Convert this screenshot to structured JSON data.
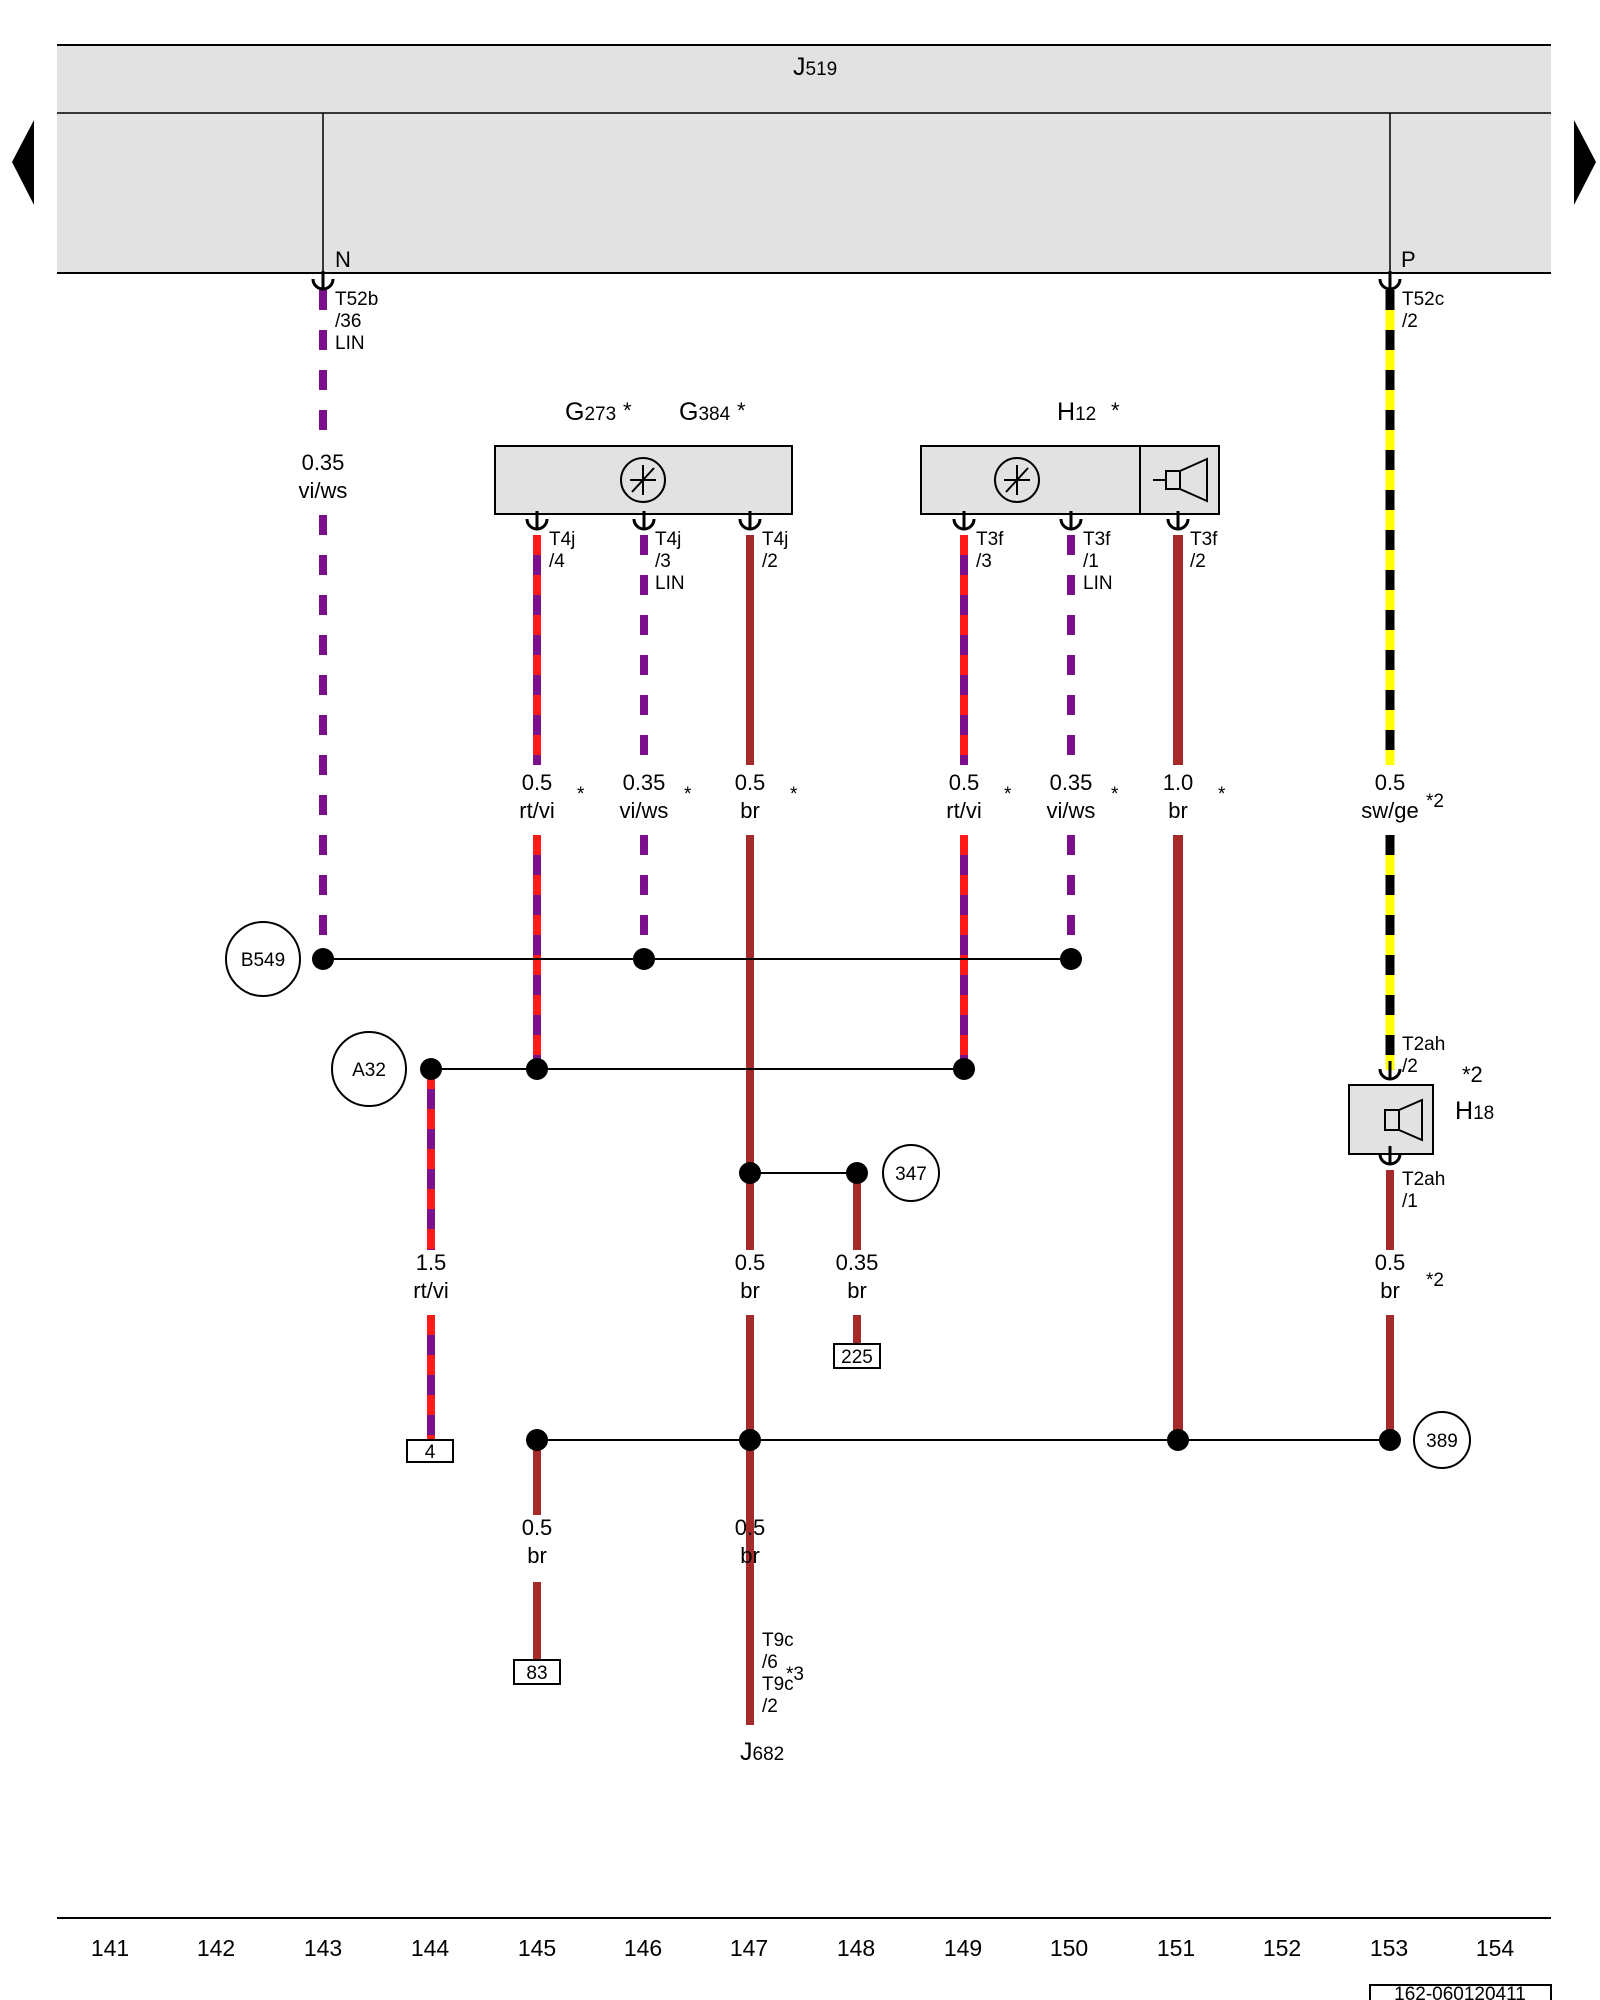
{
  "colors": {
    "violet": "#7b0f8c",
    "white": "#ffffff",
    "red": "#ff1a1a",
    "brown": "#a52a2a",
    "black": "#000000",
    "yellow": "#ffff00",
    "box_fill": "#e2e2e2"
  },
  "control_unit": {
    "name": "J",
    "sub": "519"
  },
  "nav": {
    "prev_icon": "arrow-left-icon",
    "next_icon": "arrow-right-icon"
  },
  "components": {
    "g273": {
      "name": "G",
      "sub": "273",
      "mark": "*"
    },
    "g384": {
      "name": "G",
      "sub": "384",
      "mark": "*"
    },
    "h12": {
      "name": "H",
      "sub": "12",
      "mark": "*"
    },
    "h18": {
      "name": "H",
      "sub": "18",
      "mark": "*2"
    },
    "j682": {
      "name": "J",
      "sub": "682"
    }
  },
  "terminals": {
    "n": "N",
    "p": "P",
    "t52b": [
      "T52b",
      "/36",
      "LIN"
    ],
    "t52c": [
      "T52c",
      "/2"
    ],
    "t4j_4": [
      "T4j",
      "/4"
    ],
    "t4j_3": [
      "T4j",
      "/3",
      "LIN"
    ],
    "t4j_2": [
      "T4j",
      "/2"
    ],
    "t3f_3": [
      "T3f",
      "/3"
    ],
    "t3f_1": [
      "T3f",
      "/1",
      "LIN"
    ],
    "t3f_2": [
      "T3f",
      "/2"
    ],
    "t2ah_2": [
      "T2ah",
      "/2"
    ],
    "t2ah_1": [
      "T2ah",
      "/1"
    ],
    "t9c": [
      "T9c",
      "/6",
      "T9c",
      "/2"
    ],
    "t9c_mark": "*3"
  },
  "wires": [
    {
      "id": "w143",
      "size": "0.35",
      "color": "vi/ws",
      "mark": ""
    },
    {
      "id": "w145a",
      "size": "0.5",
      "color": "rt/vi",
      "mark": "*"
    },
    {
      "id": "w146",
      "size": "0.35",
      "color": "vi/ws",
      "mark": "*"
    },
    {
      "id": "w147a",
      "size": "0.5",
      "color": "br",
      "mark": "*"
    },
    {
      "id": "w149",
      "size": "0.5",
      "color": "rt/vi",
      "mark": "*"
    },
    {
      "id": "w150",
      "size": "0.35",
      "color": "vi/ws",
      "mark": "*"
    },
    {
      "id": "w151",
      "size": "1.0",
      "color": "br",
      "mark": "*"
    },
    {
      "id": "w153a",
      "size": "0.5",
      "color": "sw/ge",
      "mark": "*2"
    },
    {
      "id": "w144",
      "size": "1.5",
      "color": "rt/vi",
      "mark": ""
    },
    {
      "id": "w147b",
      "size": "0.5",
      "color": "br",
      "mark": ""
    },
    {
      "id": "w148",
      "size": "0.35",
      "color": "br",
      "mark": ""
    },
    {
      "id": "w153b",
      "size": "0.5",
      "color": "br",
      "mark": "*2"
    },
    {
      "id": "w145b",
      "size": "0.5",
      "color": "br",
      "mark": ""
    },
    {
      "id": "w147c",
      "size": "0.5",
      "color": "br",
      "mark": ""
    }
  ],
  "connections": {
    "b549": "B549",
    "a32": "A32",
    "c347": "347",
    "c389": "389"
  },
  "references": {
    "r4": "4",
    "r225": "225",
    "r83": "83"
  },
  "current_tracks": [
    "141",
    "142",
    "143",
    "144",
    "145",
    "146",
    "147",
    "148",
    "149",
    "150",
    "151",
    "152",
    "153",
    "154"
  ],
  "diagram_id": "162-060120411"
}
